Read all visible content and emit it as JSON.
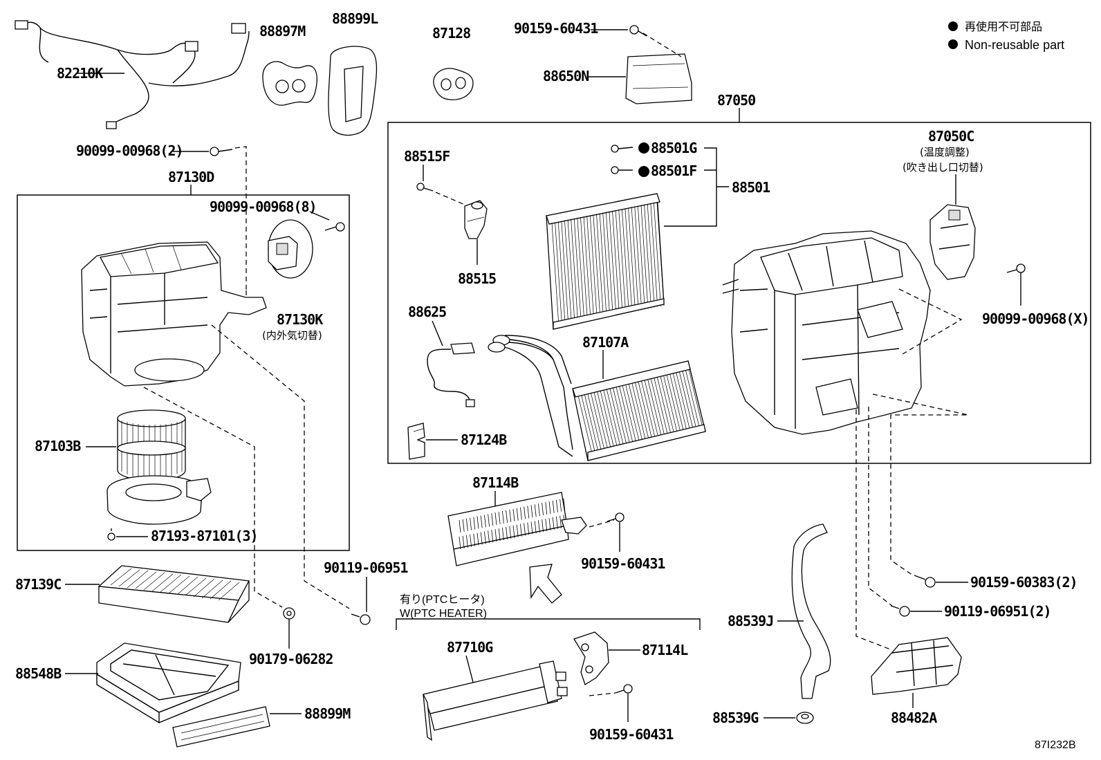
{
  "diagram_code": "87I232B",
  "legend": {
    "jp": "再使用不可部品",
    "en": "Non-reusable part"
  },
  "ptc_note": {
    "jp": "有り(PTCヒータ)",
    "en": "W(PTC HEATER)"
  },
  "parts": {
    "p82210K": "82210K",
    "p88897M": "88897M",
    "p88899L": "88899L",
    "p87128": "87128",
    "p90159_60431_top": "90159-60431",
    "p88650N": "88650N",
    "p87050": "87050",
    "p87050C": "87050C",
    "p87050C_note1": "(温度調整)",
    "p87050C_note2": "(吹き出し口切替)",
    "p90099_00968_2": "90099-00968(2)",
    "p87130D": "87130D",
    "p90099_00968_8": "90099-00968(8)",
    "p87130K": "87130K",
    "p87130K_note": "(内外気切替)",
    "p87103B": "87103B",
    "p87193_87101_3": "87193-87101(3)",
    "p88515F": "88515F",
    "p88515": "88515",
    "p88501G": "88501G",
    "p88501F": "88501F",
    "p88501": "88501",
    "p88625": "88625",
    "p87107A": "87107A",
    "p87124B": "87124B",
    "p90099_00968_X": "90099-00968(X)",
    "p87114B": "87114B",
    "p90159_60431_mid": "90159-60431",
    "p90119_06951": "90119-06951",
    "p87139C": "87139C",
    "p90179_06282": "90179-06282",
    "p88548B": "88548B",
    "p88899M": "88899M",
    "p87710G": "87710G",
    "p87114L": "87114L",
    "p90159_60431_bot": "90159-60431",
    "p88539J": "88539J",
    "p88539G": "88539G",
    "p88482A": "88482A",
    "p90159_60383_2": "90159-60383(2)",
    "p90119_06951_2": "90119-06951(2)"
  }
}
